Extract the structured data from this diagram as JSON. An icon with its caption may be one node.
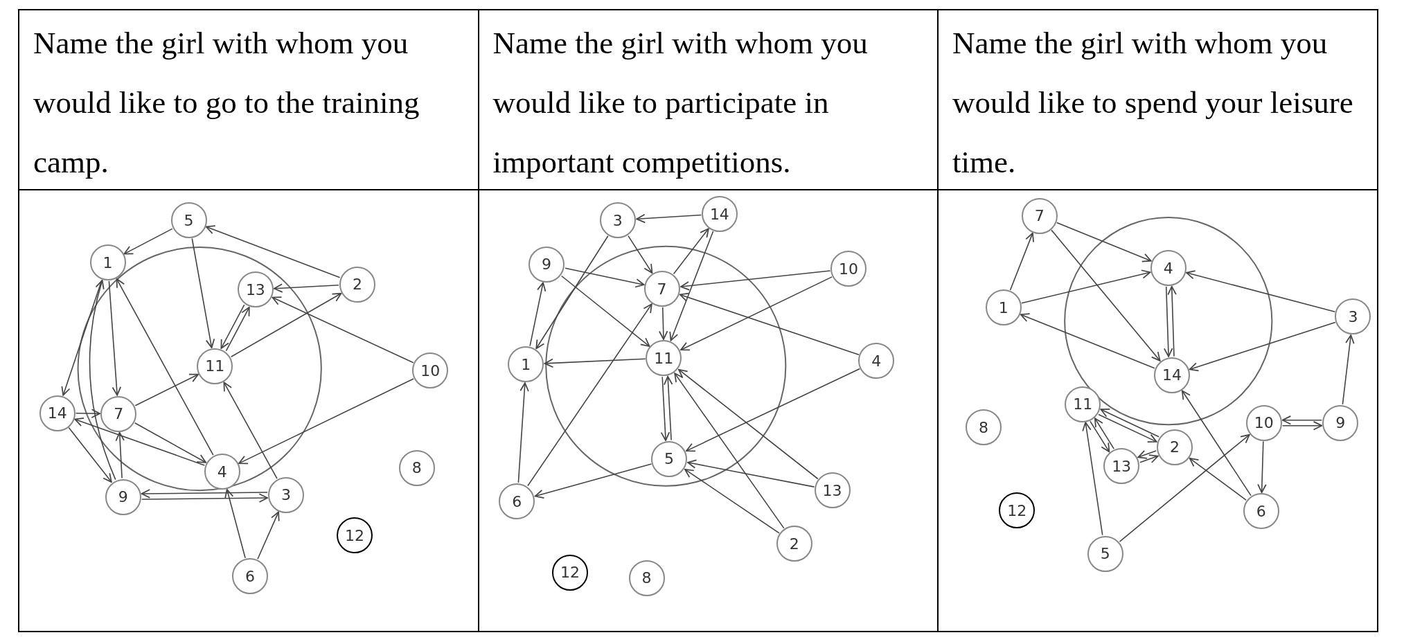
{
  "diagram": {
    "nodes": [
      {
        "text": [],
        "shape": "box"
      },
      {
        "text": [
          "5"
        ],
        "in": 0
      },
      {
        "text": [
          "1"
        ],
        "in": 0
      },
      {
        "text": [
          "2"
        ],
        "in": 0
      },
      {
        "text": [
          "13"
        ],
        "in": 0
      },
      {
        "text": [
          "11"
        ],
        "in": 0
      },
      {
        "text": [
          "10"
        ],
        "in": 0
      },
      {
        "text": [
          "14"
        ],
        "in": 0
      },
      {
        "text": [
          "7"
        ],
        "in": 0
      },
      {
        "text": [
          "8"
        ],
        "in": 0
      },
      {
        "text": [
          "4"
        ],
        "in": 0
      },
      {
        "text": [
          "3"
        ],
        "in": 0
      },
      {
        "text": [
          "9"
        ],
        "in": 0
      },
      {
        "text": [
          "12"
        ],
        "in": 0
      },
      {
        "text": [
          "6"
        ],
        "in": 0
      },
      {
        "text": [],
        "shape": "box"
      },
      {
        "text": [
          "14"
        ],
        "in": 15
      },
      {
        "text": [
          "3"
        ],
        "in": 15
      },
      {
        "text": [
          "9"
        ],
        "in": 15
      },
      {
        "text": [
          "10"
        ],
        "in": 15
      },
      {
        "text": [
          "7"
        ],
        "in": 15
      },
      {
        "text": [
          "11"
        ],
        "in": 15
      },
      {
        "text": [
          "4"
        ],
        "in": 15
      },
      {
        "text": [
          "1"
        ],
        "in": 15
      },
      {
        "text": [
          "5"
        ],
        "in": 15
      },
      {
        "text": [
          "13"
        ],
        "in": 15
      },
      {
        "text": [
          "6"
        ],
        "in": 15
      },
      {
        "text": [
          "2"
        ],
        "in": 15
      },
      {
        "text": [
          "12"
        ],
        "in": 15
      },
      {
        "text": [
          "8"
        ],
        "in": 15
      },
      {
        "text": [],
        "shape": "box"
      },
      {
        "text": [
          "7"
        ],
        "in": 30
      },
      {
        "text": [
          "4"
        ],
        "in": 30
      },
      {
        "text": [
          "1"
        ],
        "in": 30
      },
      {
        "text": [
          "3"
        ],
        "in": 30
      },
      {
        "text": [
          "14"
        ],
        "in": 30
      },
      {
        "text": [
          "11"
        ],
        "in": 30
      },
      {
        "text": [
          "10"
        ],
        "in": 30
      },
      {
        "text": [
          "9"
        ],
        "in": 30
      },
      {
        "text": [
          "8"
        ],
        "in": 30
      },
      {
        "text": [
          "2"
        ],
        "in": 30
      },
      {
        "text": [
          "13"
        ],
        "in": 30
      },
      {
        "text": [
          "12"
        ],
        "in": 30
      },
      {
        "text": [
          "6"
        ],
        "in": 30
      },
      {
        "text": [
          "5"
        ],
        "in": 30
      }
    ],
    "edges": [
      {
        "from": 3,
        "to": 1,
        "arrow": "to"
      },
      {
        "from": 1,
        "to": 2,
        "arrow": "to"
      },
      {
        "from": 1,
        "to": 5,
        "arrow": "to"
      },
      {
        "from": 3,
        "to": 4,
        "arrow": "to"
      },
      {
        "from": 5,
        "to": 3,
        "arrow": "to"
      },
      {
        "from": 6,
        "to": 4,
        "arrow": "to"
      },
      {
        "from": 4,
        "to": 5,
        "arrow": "to"
      },
      {
        "from": 5,
        "to": 4,
        "arrow": "to"
      },
      {
        "from": 2,
        "to": 7,
        "arrow": "to"
      },
      {
        "from": 2,
        "to": 8,
        "arrow": "to"
      },
      {
        "from": 10,
        "to": 2,
        "arrow": "to"
      },
      {
        "from": 12,
        "to": 2,
        "arrow": "to"
      },
      {
        "from": 8,
        "to": 5,
        "arrow": "to"
      },
      {
        "from": 11,
        "to": 5,
        "arrow": "to"
      },
      {
        "from": 6,
        "to": 10,
        "arrow": "to"
      },
      {
        "from": 8,
        "to": 10,
        "arrow": "to"
      },
      {
        "from": 7,
        "to": 8,
        "arrow": "to"
      },
      {
        "from": 7,
        "to": 12,
        "arrow": "to"
      },
      {
        "from": 10,
        "to": 7,
        "arrow": "to"
      },
      {
        "from": 12,
        "to": 8,
        "arrow": "to"
      },
      {
        "from": 12,
        "to": 11,
        "arrow": "to"
      },
      {
        "from": 11,
        "to": 12,
        "arrow": "to"
      },
      {
        "from": 14,
        "to": 10,
        "arrow": "to"
      },
      {
        "from": 14,
        "to": 11,
        "arrow": "to"
      },
      {
        "from": 16,
        "to": 17,
        "arrow": "to"
      },
      {
        "from": 17,
        "to": 20,
        "arrow": "to"
      },
      {
        "from": 17,
        "to": 23,
        "arrow": "to"
      },
      {
        "from": 20,
        "to": 16,
        "arrow": "to"
      },
      {
        "from": 16,
        "to": 21,
        "arrow": "to"
      },
      {
        "from": 18,
        "to": 20,
        "arrow": "to"
      },
      {
        "from": 18,
        "to": 21,
        "arrow": "to"
      },
      {
        "from": 23,
        "to": 18,
        "arrow": "to"
      },
      {
        "from": 19,
        "to": 20,
        "arrow": "to"
      },
      {
        "from": 19,
        "to": 21,
        "arrow": "to"
      },
      {
        "from": 22,
        "to": 20,
        "arrow": "to"
      },
      {
        "from": 22,
        "to": 24,
        "arrow": "to"
      },
      {
        "from": 21,
        "to": 23,
        "arrow": "to"
      },
      {
        "from": 20,
        "to": 21,
        "arrow": "to"
      },
      {
        "from": 26,
        "to": 23,
        "arrow": "to"
      },
      {
        "from": 26,
        "to": 20,
        "arrow": "to"
      },
      {
        "from": 24,
        "to": 21,
        "arrow": "to"
      },
      {
        "from": 21,
        "to": 24,
        "arrow": "to"
      },
      {
        "from": 24,
        "to": 26,
        "arrow": "to"
      },
      {
        "from": 25,
        "to": 21,
        "arrow": "to"
      },
      {
        "from": 25,
        "to": 24,
        "arrow": "to"
      },
      {
        "from": 27,
        "to": 21,
        "arrow": "to"
      },
      {
        "from": 27,
        "to": 24,
        "arrow": "to"
      },
      {
        "from": 33,
        "to": 31,
        "arrow": "to"
      },
      {
        "from": 31,
        "to": 32,
        "arrow": "to"
      },
      {
        "from": 31,
        "to": 35,
        "arrow": "to"
      },
      {
        "from": 33,
        "to": 32,
        "arrow": "to"
      },
      {
        "from": 35,
        "to": 33,
        "arrow": "to"
      },
      {
        "from": 34,
        "to": 32,
        "arrow": "to"
      },
      {
        "from": 34,
        "to": 35,
        "arrow": "to"
      },
      {
        "from": 35,
        "to": 32,
        "arrow": "to"
      },
      {
        "from": 32,
        "to": 35,
        "arrow": "to"
      },
      {
        "from": 38,
        "to": 34,
        "arrow": "to"
      },
      {
        "from": 37,
        "to": 38,
        "arrow": "to"
      },
      {
        "from": 38,
        "to": 37,
        "arrow": "to"
      },
      {
        "from": 37,
        "to": 43,
        "arrow": "to"
      },
      {
        "from": 44,
        "to": 36,
        "arrow": "to"
      },
      {
        "from": 44,
        "to": 37,
        "arrow": "to"
      },
      {
        "from": 43,
        "to": 35,
        "arrow": "to"
      },
      {
        "from": 43,
        "to": 40,
        "arrow": "to"
      },
      {
        "from": 40,
        "to": 36,
        "arrow": "to"
      },
      {
        "from": 36,
        "to": 40,
        "arrow": "to"
      },
      {
        "from": 41,
        "to": 36,
        "arrow": "to"
      },
      {
        "from": 36,
        "to": 41,
        "arrow": "to"
      },
      {
        "from": 40,
        "to": 41,
        "arrow": "to"
      },
      {
        "from": 41,
        "to": 40,
        "arrow": "to"
      }
    ],
    "labels": [
      "Name the girl with whom you would like to go to the training camp.",
      "Name the girl with whom you would like to participate in important competitions.",
      "Name the girl with whom you would like to spend your leisure time."
    ]
  }
}
